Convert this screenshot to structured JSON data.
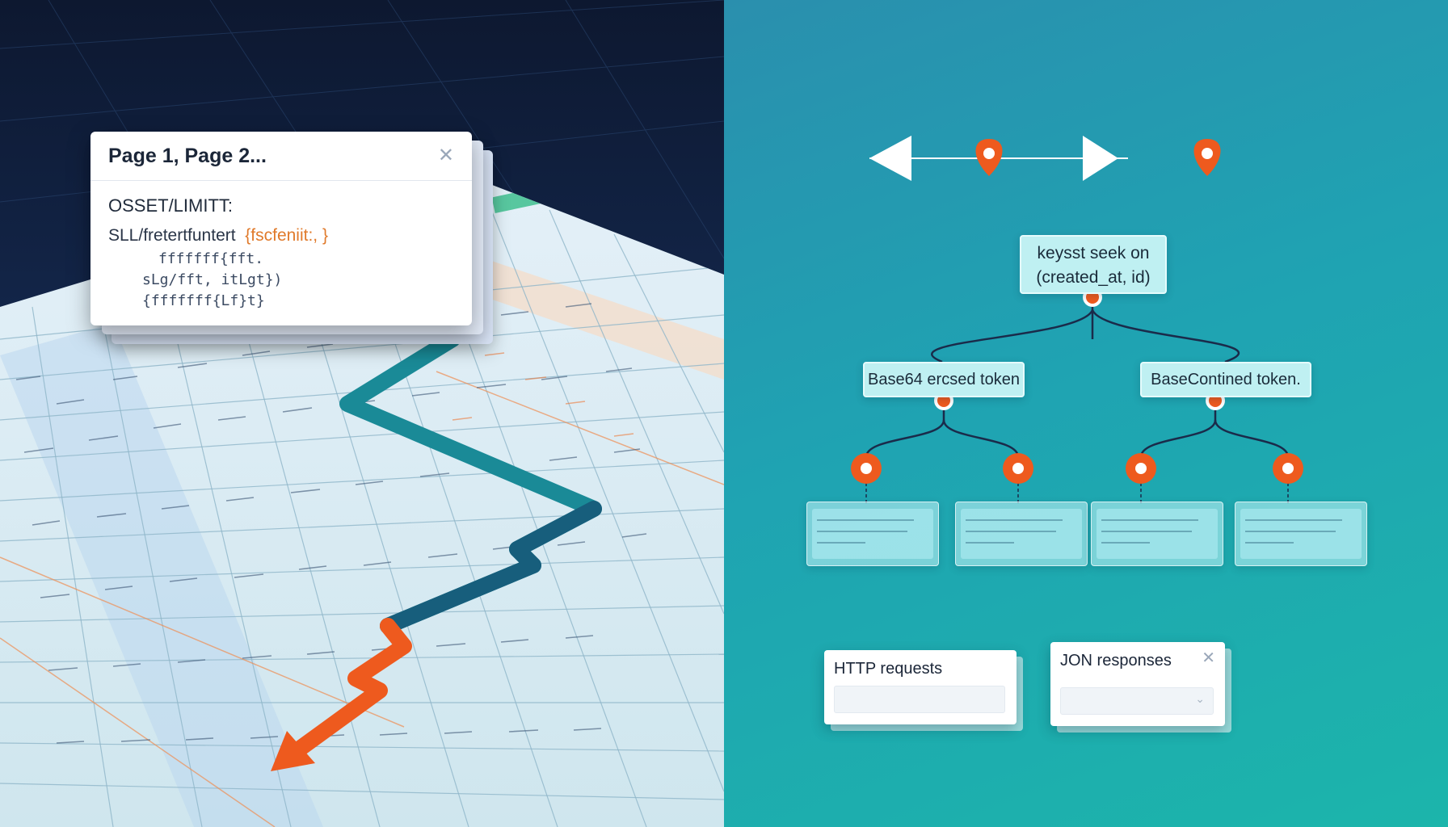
{
  "left": {
    "offset_card": {
      "title": "Page 1, Page 2...",
      "code_label": "OSSET/LIMITT:",
      "code_line_1_a": "SLL/fretertfuntert",
      "code_line_1_b": "{fscfeniit:, }",
      "code_line_2": "fffffff{fft.",
      "code_line_3": "sLg/fft, itLgt})",
      "code_line_4": "{fffffff{Lf}t}"
    }
  },
  "right": {
    "root_node": {
      "line1": "keysst seek on",
      "line2": "(created_at, id)"
    },
    "left_node": "Base64 ercsed token",
    "right_node": "BaseContined token.",
    "http_card": {
      "title": "HTTP requests"
    },
    "json_card": {
      "title": "JON responses"
    }
  },
  "colors": {
    "accent_orange": "#ee5a1e",
    "path_teal": "#1a8a97",
    "path_dark": "#14607a",
    "node_fill": "#bff0f2",
    "line_dark": "#1a2b4a"
  }
}
